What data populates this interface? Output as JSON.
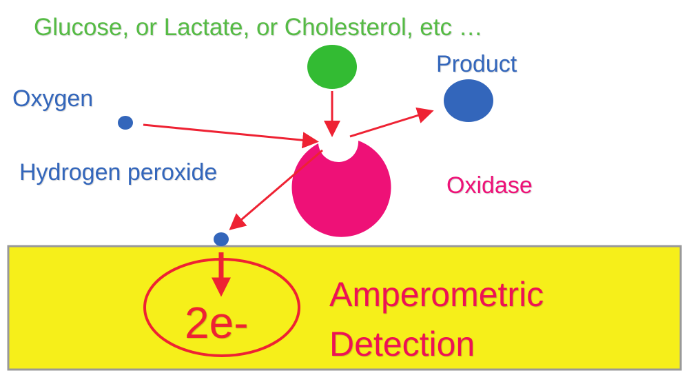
{
  "labels": {
    "substrate": "Glucose, or Lactate, or Cholesterol, etc …",
    "product": "Product",
    "oxygen": "Oxygen",
    "hydrogen_peroxide": "Hydrogen peroxide",
    "oxidase": "Oxidase",
    "electrons": "2e-",
    "detection_line1": "Amperometric",
    "detection_line2": "Detection"
  },
  "colors": {
    "substrate_green": "#55bb44",
    "substrate_circle": "#33bb33",
    "molecule_blue": "#3366bb",
    "oxidase_magenta": "#ee1177",
    "arrow_red": "#ee2233",
    "electrode_yellow": "#f6ef1a",
    "electrode_border": "#999999",
    "detection_text": "#ee1155"
  },
  "icons": {
    "substrate": "green-circle",
    "product": "blue-circle",
    "oxygen": "small-blue-dot",
    "hydrogen_peroxide": "small-blue-dot",
    "enzyme": "magenta-pacman-circle",
    "electrode": "yellow-rectangle"
  }
}
